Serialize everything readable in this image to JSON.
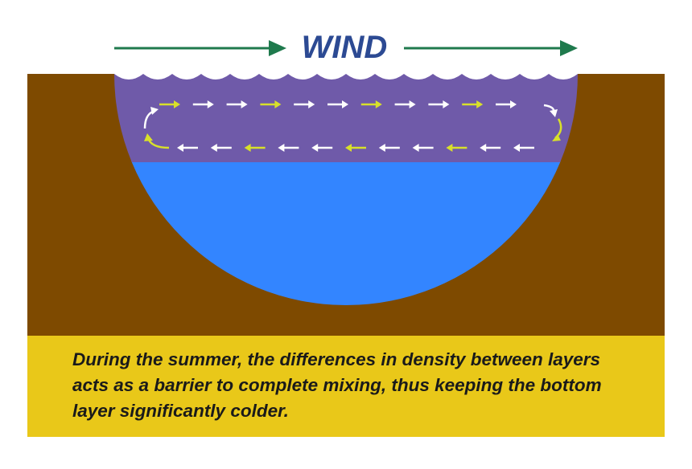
{
  "wind": {
    "label": "WIND",
    "label_color": "#2c4a93",
    "arrow_color": "#1f7a4d",
    "direction": "right"
  },
  "colors": {
    "page_background": "#ffffff",
    "ground": "#7e4a00",
    "upper_layer": "#6f5aa9",
    "lower_layer": "#3385ff",
    "waves": "#ffffff",
    "circulation_primary": "#ffffff",
    "circulation_accent": "#d8e02a",
    "caption_background": "#e9c819",
    "caption_text": "#1a1a1a"
  },
  "circulation": {
    "top_row_direction": "right",
    "bottom_row_direction": "left",
    "top_row_colors": [
      "accent",
      "primary",
      "primary",
      "accent",
      "primary",
      "primary",
      "accent",
      "primary",
      "primary",
      "accent",
      "primary"
    ],
    "bottom_row_colors": [
      "primary",
      "primary",
      "accent",
      "primary",
      "primary",
      "accent",
      "primary",
      "primary",
      "accent",
      "primary",
      "primary"
    ]
  },
  "caption": {
    "text": "During the summer, the differences in density between layers acts as a barrier to complete mixing, thus keeping the bottom layer significantly colder."
  }
}
